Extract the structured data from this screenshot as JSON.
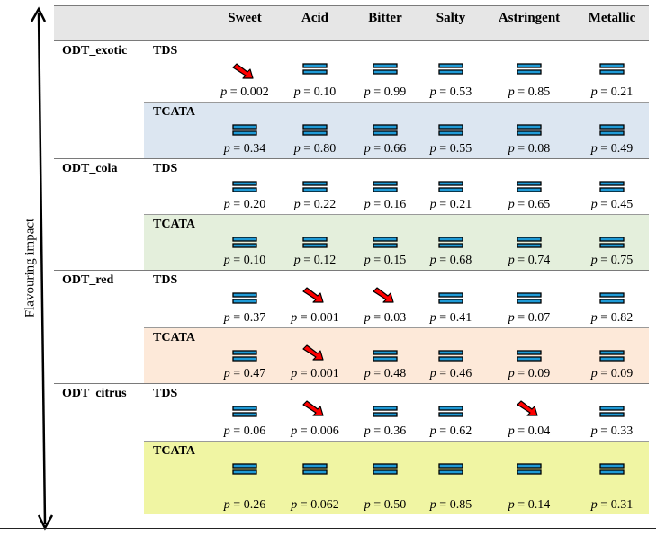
{
  "axis_label": "Flavouring impact",
  "columns": [
    "Sweet",
    "Acid",
    "Bitter",
    "Salty",
    "Astringent",
    "Metallic"
  ],
  "p_prefix": "p",
  "colors": {
    "header_bg": "#e6e6e6",
    "exotic_tcata": "#dce6f1",
    "cola_tcata": "#e4efdc",
    "red_tcata": "#fde9d9",
    "citrus_tcata": "#f0f5a3",
    "arrow_down": "#ff0000",
    "equal_sign": "#1f9ad6"
  },
  "icon_names": {
    "down": "red-down-arrow-icon",
    "equal": "blue-equal-icon"
  },
  "rows": [
    {
      "group": "ODT_exotic",
      "method": "TDS",
      "bg": "",
      "icons": [
        "down",
        "equal",
        "equal",
        "equal",
        "equal",
        "equal"
      ],
      "p": [
        "= 0.002",
        "= 0.10",
        "= 0.99",
        "= 0.53",
        "= 0.85",
        "= 0.21"
      ]
    },
    {
      "group": "",
      "method": "TCATA",
      "bg": "exotic_tcata",
      "icons": [
        "equal",
        "equal",
        "equal",
        "equal",
        "equal",
        "equal"
      ],
      "p": [
        "= 0.34",
        "= 0.80",
        "= 0.66",
        "= 0.55",
        "= 0.08",
        "= 0.49"
      ]
    },
    {
      "group": "ODT_cola",
      "method": "TDS",
      "bg": "",
      "icons": [
        "equal",
        "equal",
        "equal",
        "equal",
        "equal",
        "equal"
      ],
      "p": [
        "= 0.20",
        "= 0.22",
        "= 0.16",
        "= 0.21",
        "= 0.65",
        "= 0.45"
      ]
    },
    {
      "group": "",
      "method": "TCATA",
      "bg": "cola_tcata",
      "icons": [
        "equal",
        "equal",
        "equal",
        "equal",
        "equal",
        "equal"
      ],
      "p": [
        "= 0.10",
        "= 0.12",
        "= 0.15",
        "= 0.68",
        "= 0.74",
        "= 0.75"
      ]
    },
    {
      "group": "ODT_red",
      "method": "TDS",
      "bg": "",
      "icons": [
        "equal",
        "down",
        "down",
        "equal",
        "equal",
        "equal"
      ],
      "p": [
        "= 0.37",
        "= 0.001",
        "= 0.03",
        "= 0.41",
        "= 0.07",
        "= 0.82"
      ]
    },
    {
      "group": "",
      "method": "TCATA",
      "bg": "red_tcata",
      "icons": [
        "equal",
        "down",
        "equal",
        "equal",
        "equal",
        "equal"
      ],
      "p": [
        "= 0.47",
        "= 0.001",
        "= 0.48",
        "= 0.46",
        "= 0.09",
        "= 0.09"
      ]
    },
    {
      "group": "ODT_citrus",
      "method": "TDS",
      "bg": "",
      "icons": [
        "equal",
        "down",
        "equal",
        "equal",
        "down",
        "equal"
      ],
      "p": [
        "= 0.06",
        "= 0.006",
        "= 0.36",
        "= 0.62",
        "= 0.04",
        "= 0.33"
      ]
    },
    {
      "group": "",
      "method": "TCATA",
      "bg": "citrus_tcata",
      "icons": [
        "equal",
        "equal",
        "equal",
        "equal",
        "equal",
        "equal"
      ],
      "p": [
        "= 0.26",
        "= 0.062",
        "= 0.50",
        "= 0.85",
        "= 0.14",
        "= 0.31"
      ]
    }
  ]
}
